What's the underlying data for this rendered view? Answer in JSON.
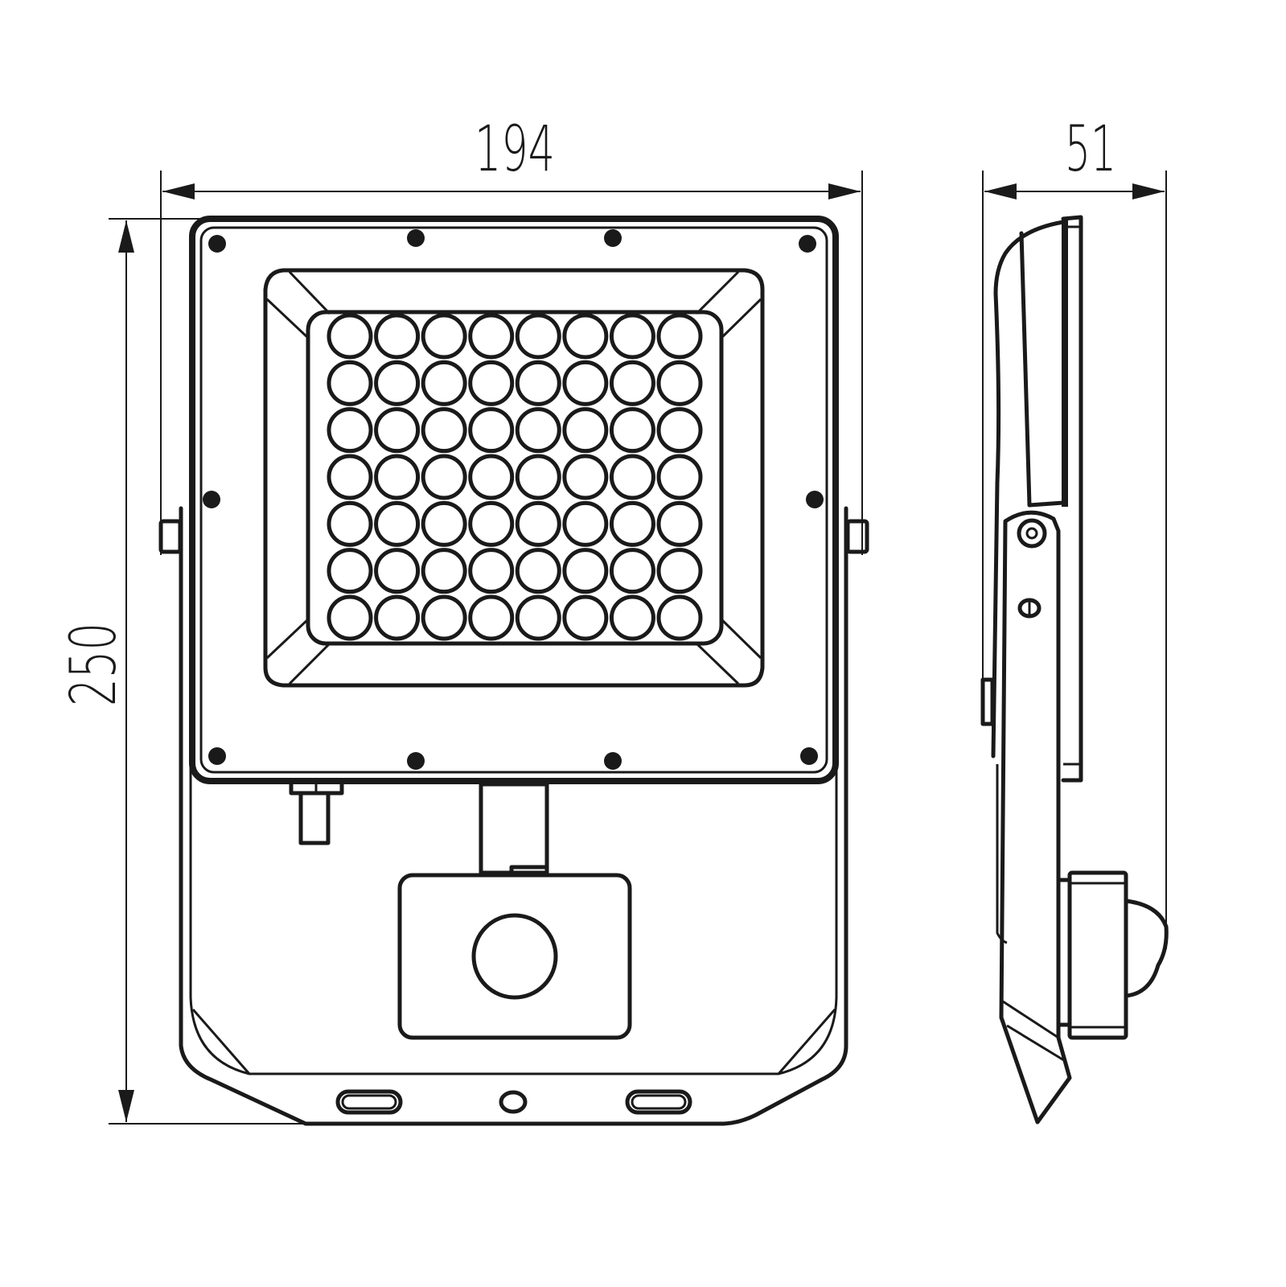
{
  "dimensions": {
    "width_label": "194",
    "height_label": "250",
    "depth_label": "51"
  },
  "led_array": {
    "columns": 8,
    "rows": 7
  },
  "colors": {
    "line": "#1a1a1a",
    "background": "#ffffff"
  }
}
